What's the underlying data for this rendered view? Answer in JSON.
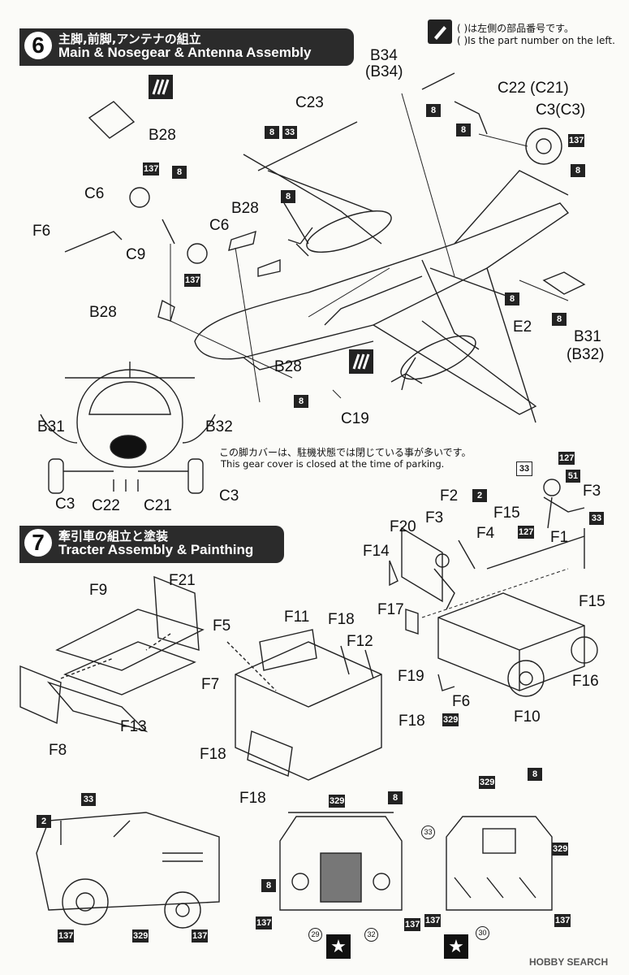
{
  "top_note": {
    "icon": "pen-brush-icon",
    "jp": "( )は左側の部品番号です。",
    "en": "( )Is the part number on the left."
  },
  "step6": {
    "number": "6",
    "title_jp": "主脚,前脚,アンテナの組立",
    "title_en": "Main & Nosegear & Antenna Assembly",
    "gear_note_jp": "この脚カバーは、駐機状態では閉じている事が多いです。",
    "gear_note_en": "This gear cover is closed at the time of parking.",
    "labels": {
      "b34": "B34",
      "b34p": "(B34)",
      "c22": "C22 (C21)",
      "c3": "C3(C3)",
      "c23": "C23",
      "b28a": "B28",
      "b28b": "B28",
      "b28c": "B28",
      "b28d": "B28",
      "c6a": "C6",
      "c6b": "C6",
      "f6": "F6",
      "c9": "C9",
      "e2": "E2",
      "b31": "B31",
      "b32p": "(B32)",
      "c19": "C19",
      "fb31": "B31",
      "fb32": "B32",
      "fc3a": "C3",
      "fc22": "C22",
      "fc21": "C21",
      "fc3b": "C3"
    },
    "boxes": {
      "b8_1": "8",
      "b8_2": "8",
      "b8_3": "8",
      "b8_4": "8",
      "b8_5": "8",
      "b8_6": "8",
      "b8_7": "8",
      "b8_8": "8",
      "b8_9": "8",
      "b33": "33",
      "b137_1": "137",
      "b137_2": "137",
      "b137_3": "137"
    }
  },
  "step7": {
    "number": "7",
    "title_jp": "牽引車の組立と塗装",
    "title_en": "Tracter Assembly & Painthing",
    "labels": {
      "f9": "F9",
      "f21": "F21",
      "f13": "F13",
      "f8": "F8",
      "f5": "F5",
      "f11": "F11",
      "f18a": "F18",
      "f12": "F12",
      "f7": "F7",
      "f18b": "F18",
      "f18c": "F18",
      "f18d": "F18",
      "f2": "F2",
      "f3a": "F3",
      "f15a": "F15",
      "f20": "F20",
      "f4": "F4",
      "f1": "F1",
      "f14": "F14",
      "f17": "F17",
      "f15b": "F15",
      "f19": "F19",
      "f6": "F6",
      "f10": "F10",
      "f16": "F16",
      "f3b": "F3"
    },
    "boxes": {
      "b2a": "2",
      "b127a": "127",
      "b33a": "33",
      "b51": "51",
      "b33b": "33",
      "b127b": "127",
      "b329a": "329",
      "b33c": "33",
      "b2b": "2",
      "b137a": "137",
      "b329b": "329",
      "b137b": "137",
      "b329c": "329",
      "b8a": "8",
      "b8b": "8",
      "b137c": "137",
      "b137d": "137",
      "b329d": "329",
      "b8c": "8",
      "b329e": "329",
      "b137e": "137",
      "b137f": "137"
    },
    "circles": {
      "c29": "29",
      "c32": "32",
      "c30": "30",
      "c33": "33"
    }
  },
  "watermark": "HOBBY SEARCH",
  "colors": {
    "header_bg": "#2b2b2b",
    "box_bg": "#222222",
    "paper": "#fbfbf8"
  }
}
